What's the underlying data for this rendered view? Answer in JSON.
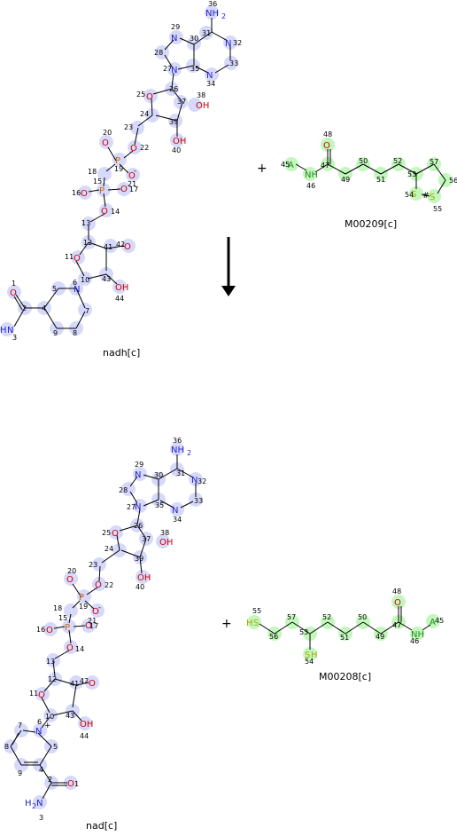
{
  "reaction": {
    "operator_plus": "+",
    "reactants": [
      {
        "name": "nadh[c]"
      },
      {
        "name": "M00209[c]"
      }
    ],
    "products": [
      {
        "name": "nad[c]"
      },
      {
        "name": "M00208[c]"
      }
    ]
  },
  "colors": {
    "nadh_highlight": "#d7d9fb",
    "lipoyl_highlight": "#c3f7bd",
    "bond": "#000000",
    "nitrogen": "#2222cc",
    "oxygen": "#cc0000",
    "phosphorus": "#cc6600",
    "sulfur": "#aaaa00",
    "carbon_label": "#000000",
    "green_label": "#228822"
  }
}
